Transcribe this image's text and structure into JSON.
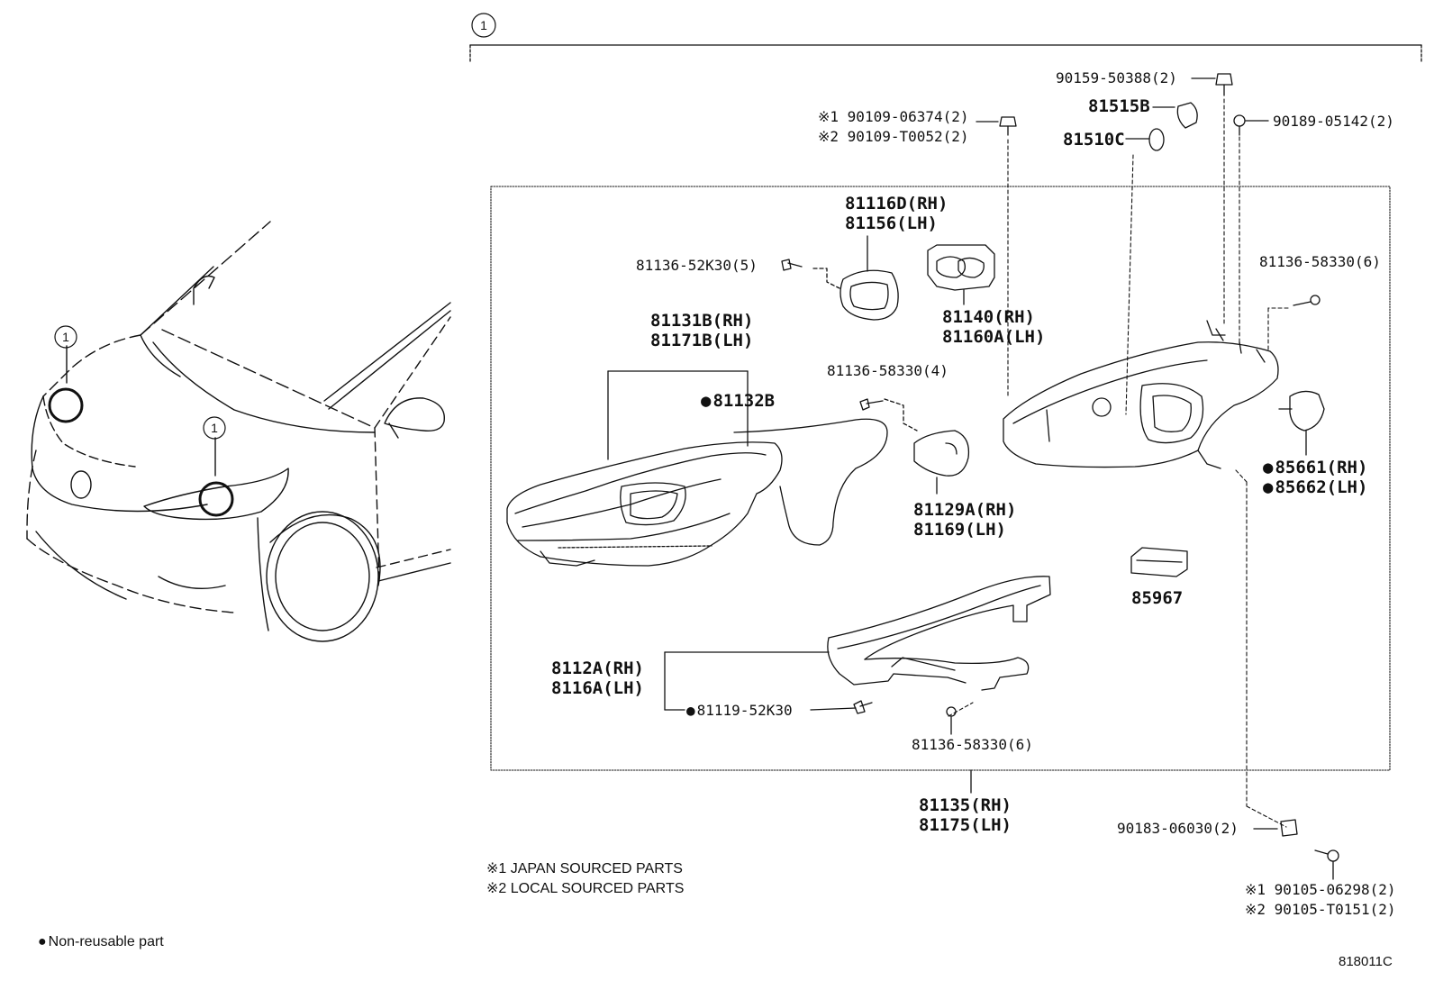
{
  "ref_num": "1",
  "labels": {
    "p90159": "90159-50388(2)",
    "p81515": "81515B",
    "p81510": "81510C",
    "p90189": "90189-05142(2)",
    "p90109a": "※1 90109-06374(2)",
    "p90109b": "※2 90109-T0052(2)",
    "p81116": "81116D(RH)",
    "p81156": "81156(LH)",
    "p81136_5": "81136-52K30(5)",
    "p81140": "81140(RH)",
    "p81160": "81160A(LH)",
    "p81136_6a": "81136-58330(6)",
    "p81131": "81131B(RH)",
    "p81171": "81171B(LH)",
    "p81132": "81132B",
    "p81136_4": "81136-58330(4)",
    "p81129": "81129A(RH)",
    "p81169": "81169(LH)",
    "p85661": "85661(RH)",
    "p85662": "85662(LH)",
    "p85967": "85967",
    "p8112": "8112A(RH)",
    "p8116": "8116A(LH)",
    "p81119": "81119-52K30",
    "p81136_6b": "81136-58330(6)",
    "p81135": "81135(RH)",
    "p81175": "81175(LH)",
    "p90183": "90183-06030(2)",
    "p90105a": "※1 90105-06298(2)",
    "p90105b": "※2 90105-T0151(2)"
  },
  "notes": {
    "japan": "※1 JAPAN SOURCED PARTS",
    "local": "※2 LOCAL SOURCED PARTS",
    "legend": "Non-reusable part"
  },
  "diagram_code": "818011C"
}
